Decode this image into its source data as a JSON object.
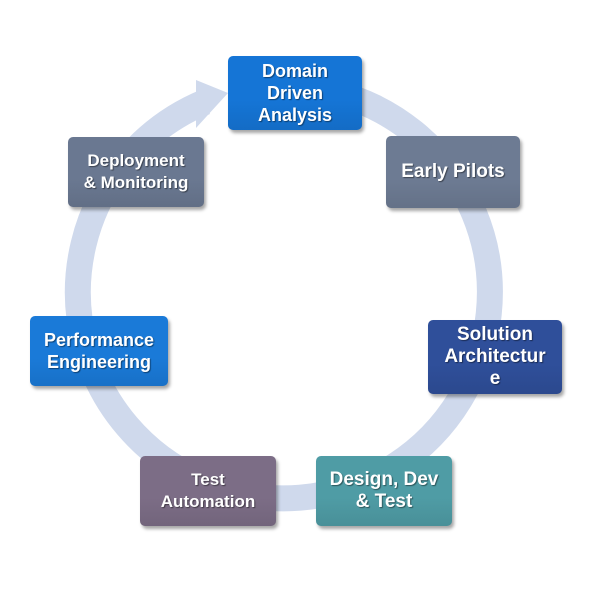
{
  "diagram": {
    "type": "cycle",
    "nodes": [
      {
        "id": "domain",
        "label": "Domain\nDriven\nAnalysis",
        "color": "#1575d6"
      },
      {
        "id": "pilots",
        "label": "Early Pilots",
        "color": "#6d7b93"
      },
      {
        "id": "solution",
        "label": "Solution\nArchitectur\ne",
        "color": "#2f4f9a"
      },
      {
        "id": "design",
        "label": "Design, Dev\n& Test",
        "color": "#4f9ca5"
      },
      {
        "id": "test",
        "label": "Test\nAutomation",
        "color": "#7c6d86"
      },
      {
        "id": "perf",
        "label": "Performance\nEngineering",
        "color": "#1a7ad8"
      },
      {
        "id": "deploy",
        "label": "Deployment\n& Monitoring",
        "color": "#6a7891"
      }
    ],
    "ring_color": "#cfd9ec",
    "flow": "clockwise"
  }
}
